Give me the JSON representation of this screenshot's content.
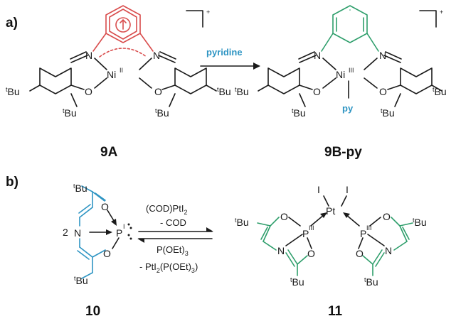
{
  "panels": {
    "a": "a)",
    "b": "b)"
  },
  "compounds": {
    "c1": "9A",
    "c2": "9B-py",
    "c3": "10",
    "c4": "11"
  },
  "charges": {
    "c1": "+",
    "c2": "+"
  },
  "reagents": {
    "a_arrow": "pyridine"
  },
  "conditions": {
    "forward_1": "(COD)PtI",
    "forward_1_sub": "2",
    "forward_2": "- COD",
    "reverse_1": "P(OEt)",
    "reverse_1_sub": "3",
    "reverse_2": "- PtI",
    "reverse_2_sub": "2",
    "reverse_2_rest": "(P(OEt)",
    "reverse_2_sub2": "3",
    "reverse_2_end": ")"
  },
  "atoms": {
    "N": "N",
    "O": "O",
    "Ni": "Ni",
    "Pt": "Pt",
    "P": "P",
    "I": "I",
    "py": "py",
    "tBu_t": "t",
    "tBu_Bu": "Bu",
    "two": "2"
  },
  "oxidation": {
    "Ni_II": "II",
    "Ni_III": "III",
    "P_I": "I",
    "P_III": "III"
  },
  "colors": {
    "red": "#d94d4d",
    "green": "#2e9e6b",
    "blue": "#2f95c3",
    "black": "#1a1a1a"
  }
}
